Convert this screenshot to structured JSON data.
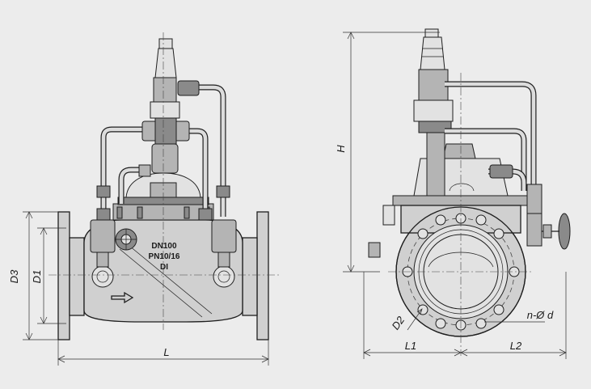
{
  "marking": {
    "size": "DN100",
    "pressure": "PN10/16",
    "material": "DI"
  },
  "dimensions": {
    "d3": "D3",
    "d1": "D1",
    "length": "L",
    "height": "H",
    "l1": "L1",
    "l2": "L2",
    "d2": "D2",
    "bolt_holes": "n-Ø d"
  },
  "icons": [
    "flow-arrow-icon",
    "handwheel-icon",
    "pilot-valve-icon"
  ]
}
